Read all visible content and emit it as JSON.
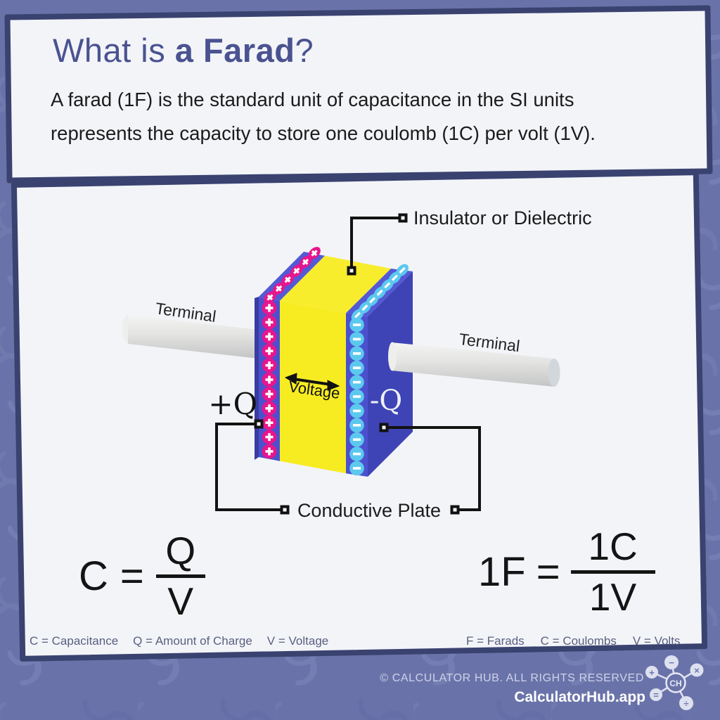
{
  "colors": {
    "background": "#6a73a9",
    "card_background": "#f3f4f8",
    "card_border": "#3a4270",
    "title": "#4a5390",
    "body_text": "#1b1b1b",
    "plate_front": "#4b51ce",
    "plate_top": "#5459d6",
    "plate_side": "#3e43b5",
    "dielectric_yellow": "#f7ec22",
    "positive_charge_pink": "#e8158c",
    "negative_charge_cyan": "#5cc8ee",
    "terminal_rod_gray": "#e6e6e4",
    "legend_text": "#596080",
    "footer_text": "#ced3e8"
  },
  "header": {
    "title": {
      "prefix": "What is ",
      "bold": "a Farad",
      "suffix": "?"
    },
    "description_line1": "A farad (1F) is the standard unit of capacitance in the SI units",
    "description_line2": "represents the capacity to store one coulomb (1C) per volt (1V)."
  },
  "diagram": {
    "insulator_label": "Insulator or Dielectric",
    "terminal_left_label": "Terminal",
    "terminal_right_label": "Terminal",
    "voltage_label": "Voltage",
    "positive_charge_label": "+Q",
    "negative_charge_label": "-Q",
    "conductive_plate_label": "Conductive Plate",
    "charges": {
      "front_positive_count": 11,
      "front_negative_count": 11,
      "top_positive_count": 6,
      "top_negative_count": 7
    }
  },
  "formulas": {
    "capacitance": {
      "lhs": "C",
      "equals": "=",
      "numerator": "Q",
      "denominator": "V"
    },
    "farad": {
      "lhs": "1F",
      "equals": "=",
      "numerator": "1C",
      "denominator": "1V"
    },
    "legend_left": [
      "C = Capacitance",
      "Q = Amount of Charge",
      "V = Voltage"
    ],
    "legend_right": [
      "F = Farads",
      "C = Coulombs",
      "V = Volts"
    ]
  },
  "footer": {
    "copyright": "© CALCULATOR HUB. ALL RIGHTS RESERVED",
    "brand": "CalculatorHub.app",
    "logo": {
      "center": "CH",
      "symbols": [
        "−",
        "+",
        "×",
        "=",
        "÷"
      ]
    }
  }
}
